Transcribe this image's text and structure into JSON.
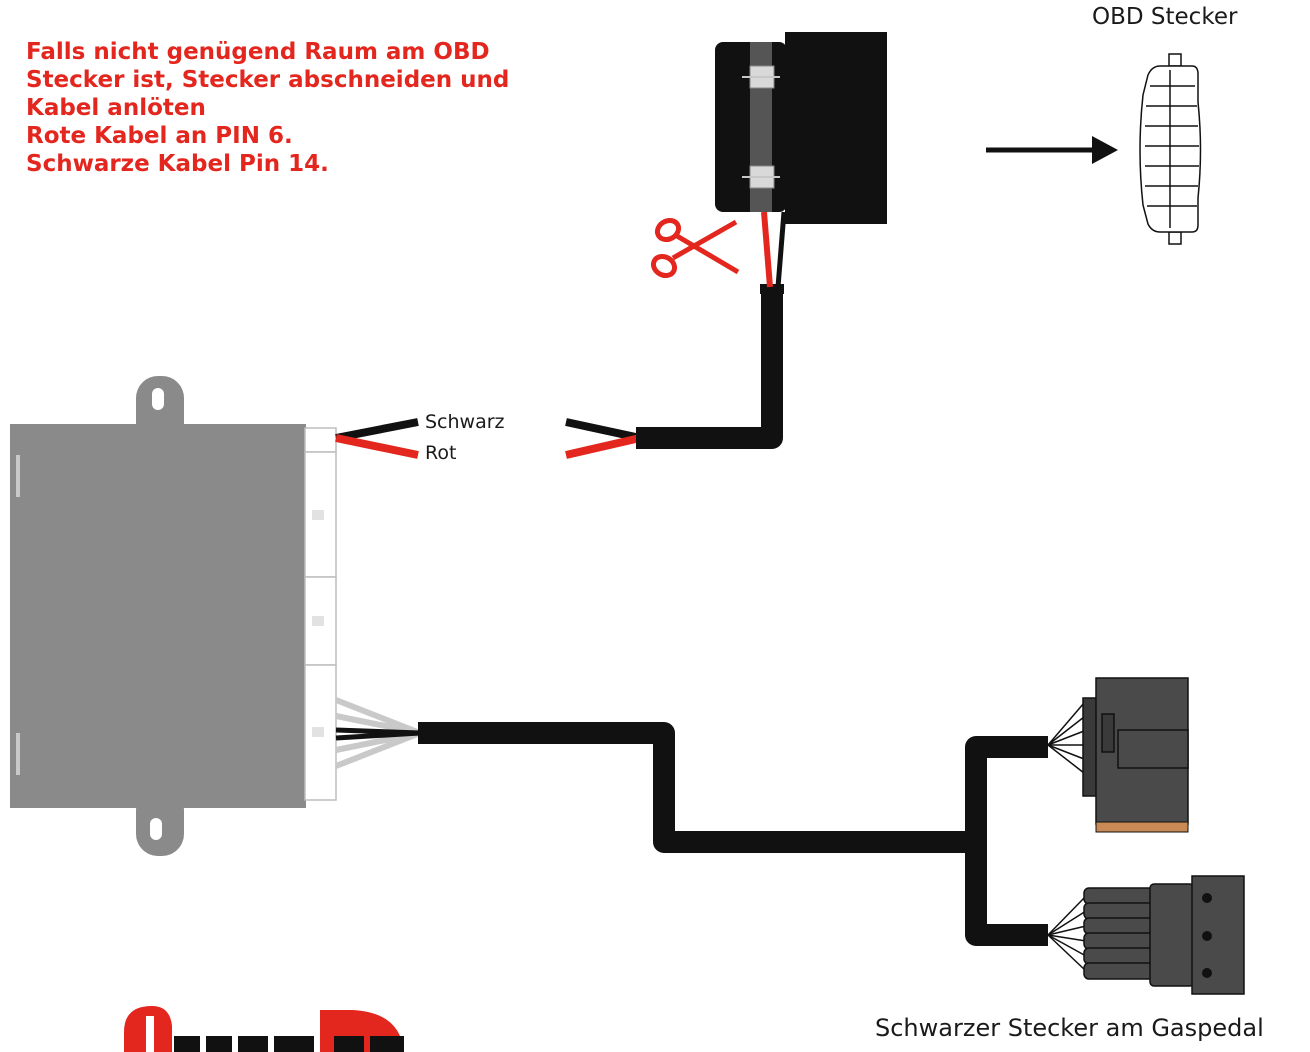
{
  "instructions": {
    "lines": [
      "Falls nicht genügend Raum am OBD",
      "Stecker ist, Stecker abschneiden und",
      "Kabel anlöten",
      "Rote Kabel an PIN 6.",
      "Schwarze Kabel Pin 14."
    ],
    "color": "#e3261e"
  },
  "labels": {
    "obd_connector": "OBD Stecker",
    "wire_black": "Schwarz",
    "wire_red": "Rot",
    "pedal_connector": "Schwarzer Stecker am Gaspedal"
  },
  "icons": [
    "scissors-icon",
    "arrow-right-icon"
  ],
  "colors": {
    "cable": "#111111",
    "red_wire": "#e3261e",
    "module": "#8a8a8a",
    "connector": "#4a4a4a",
    "logo": "#e3261e"
  }
}
